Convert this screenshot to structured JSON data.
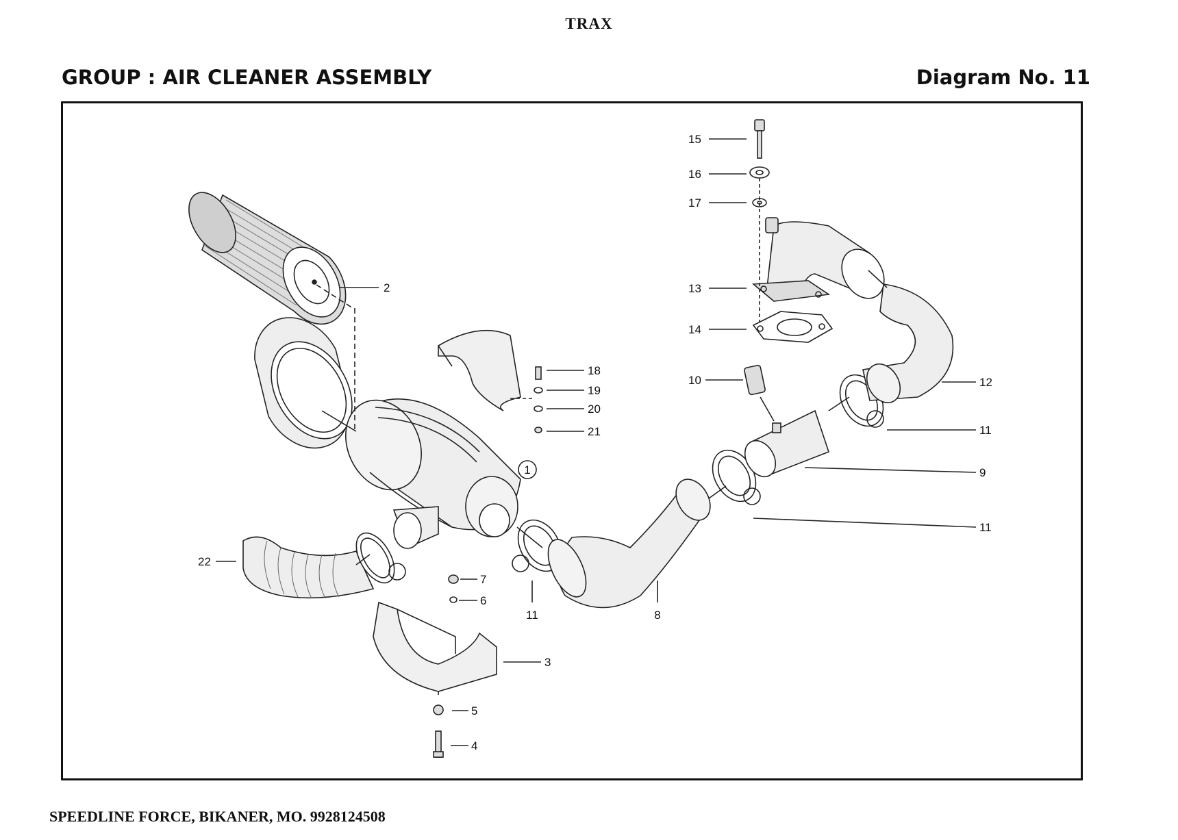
{
  "header": {
    "brand": "TRAX",
    "group_title": "GROUP : AIR CLEANER ASSEMBLY",
    "diagram_no": "Diagram No. 11"
  },
  "footer": {
    "text": "SPEEDLINE FORCE, BIKANER, MO. 9928124508"
  },
  "callouts": [
    {
      "id": "callout-1",
      "label": "1",
      "part": "air-cleaner-housing"
    },
    {
      "id": "callout-2",
      "label": "2",
      "part": "filter-element"
    },
    {
      "id": "callout-3",
      "label": "3",
      "part": "mounting-bracket-lower"
    },
    {
      "id": "callout-4",
      "label": "4",
      "part": "bolt"
    },
    {
      "id": "callout-5",
      "label": "5",
      "part": "rubber-mount"
    },
    {
      "id": "callout-6",
      "label": "6",
      "part": "washer"
    },
    {
      "id": "callout-7",
      "label": "7",
      "part": "nut"
    },
    {
      "id": "callout-8",
      "label": "8",
      "part": "hose"
    },
    {
      "id": "callout-9",
      "label": "9",
      "part": "pipe"
    },
    {
      "id": "callout-10",
      "label": "10",
      "part": "sensor"
    },
    {
      "id": "callout-11a",
      "label": "11",
      "part": "hose-clamp"
    },
    {
      "id": "callout-11b",
      "label": "11",
      "part": "hose-clamp"
    },
    {
      "id": "callout-11c",
      "label": "11",
      "part": "hose-clamp"
    },
    {
      "id": "callout-12",
      "label": "12",
      "part": "elbow-hose"
    },
    {
      "id": "callout-13",
      "label": "13",
      "part": "intake-elbow"
    },
    {
      "id": "callout-14",
      "label": "14",
      "part": "gasket"
    },
    {
      "id": "callout-15",
      "label": "15",
      "part": "bolt"
    },
    {
      "id": "callout-16",
      "label": "16",
      "part": "spring-washer"
    },
    {
      "id": "callout-17",
      "label": "17",
      "part": "plain-washer"
    },
    {
      "id": "callout-18",
      "label": "18",
      "part": "bolt"
    },
    {
      "id": "callout-19",
      "label": "19",
      "part": "washer"
    },
    {
      "id": "callout-20",
      "label": "20",
      "part": "spring-washer"
    },
    {
      "id": "callout-21",
      "label": "21",
      "part": "nut"
    },
    {
      "id": "callout-22",
      "label": "22",
      "part": "inlet-hose"
    }
  ]
}
